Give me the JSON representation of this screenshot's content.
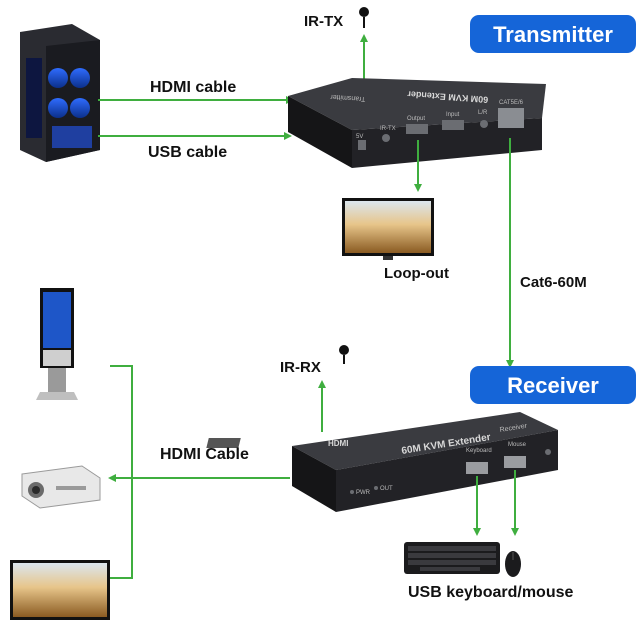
{
  "colors": {
    "link": "#3fae3f",
    "badge": "#1565d8",
    "device": "#1d1d1f"
  },
  "badges": {
    "transmitter": "Transmitter",
    "receiver": "Receiver"
  },
  "labels": {
    "ir_tx": "IR-TX",
    "ir_rx": "IR-RX",
    "hdmi_cable_in": "HDMI cable",
    "usb_cable": "USB cable",
    "loop_out": "Loop-out",
    "cat6": "Cat6-60M",
    "hdmi_cable_out": "HDMI Cable",
    "usb_km": "USB keyboard/mouse"
  },
  "transmitter_box": {
    "title": "60M KVM Extender",
    "side": "Transmitter",
    "rj45": "CAT5E/6",
    "ports": [
      "5V",
      "IR-TX",
      "Output",
      "Input",
      "L/R"
    ]
  },
  "receiver_box": {
    "brand": "HDMI",
    "title": "60M KVM Extender",
    "side": "Receiver",
    "keyboard": "Keyboard",
    "mouse": "Mouse",
    "pwr": "PWR",
    "out": "OUT"
  },
  "icons": [
    "pc-tower-icon",
    "monitor-icon",
    "kiosk-display-icon",
    "projector-icon",
    "tv-icon",
    "keyboard-icon",
    "mouse-icon",
    "ir-sensor-icon"
  ]
}
